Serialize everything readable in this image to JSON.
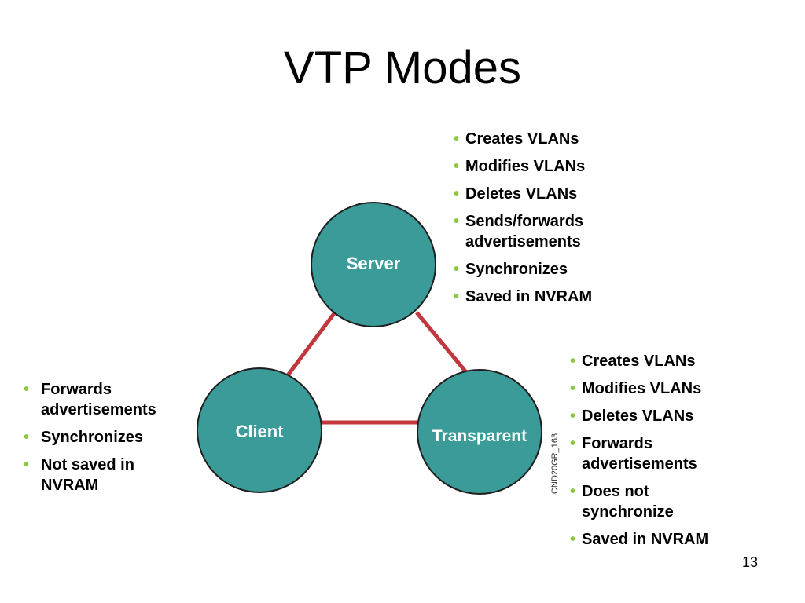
{
  "slide": {
    "title": "VTP Modes",
    "page_number": "13",
    "figure_id": "ICND20GR_163"
  },
  "colors": {
    "node_fill": "#3a9b98",
    "node_stroke": "#1f1f1f",
    "link": "#c0383e",
    "bullet": "#8dc63f"
  },
  "nodes": {
    "server": "Server",
    "client": "Client",
    "transparent": "Transparent"
  },
  "server_bullets": [
    "Creates VLANs",
    "Modifies VLANs",
    "Deletes VLANs",
    "Sends/forwards advertisements",
    "Synchronizes",
    "Saved in NVRAM"
  ],
  "transparent_bullets": [
    "Creates VLANs",
    "Modifies VLANs",
    "Deletes VLANs",
    "Forwards advertisements",
    "Does not synchronize",
    "Saved in NVRAM"
  ],
  "client_bullets": [
    "Forwards advertisements",
    "Synchronizes",
    "Not saved in NVRAM"
  ]
}
